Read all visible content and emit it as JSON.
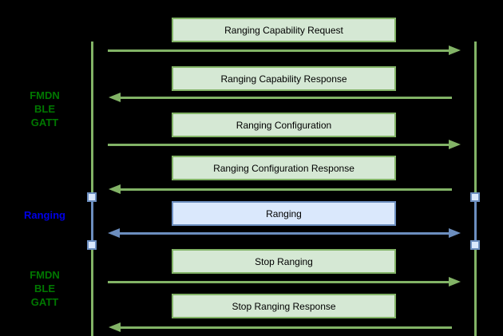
{
  "diagram": {
    "type": "sequence-diagram",
    "background_color": "#000000",
    "colors": {
      "green_box_fill": "#d5e8d4",
      "green_stroke": "#82b366",
      "blue_box_fill": "#dae8fc",
      "blue_stroke": "#6c8ebf",
      "phase_label_green": "#007700",
      "phase_label_blue": "#0000e6",
      "message_text": "#000000",
      "marker_fill": "#dae8fc"
    },
    "phase_labels": [
      {
        "name": "fmdn-ble-gatt-top",
        "lines": [
          "FMDN",
          "BLE",
          "GATT"
        ],
        "color": "green"
      },
      {
        "name": "ranging",
        "lines": [
          "Ranging"
        ],
        "color": "blue"
      },
      {
        "name": "fmdn-ble-gatt-bottom",
        "lines": [
          "FMDN",
          "BLE",
          "GATT"
        ],
        "color": "green"
      }
    ],
    "messages": [
      {
        "label": "Ranging Capability Request",
        "style": "green",
        "direction": "right"
      },
      {
        "label": "Ranging Capability Response",
        "style": "green",
        "direction": "left"
      },
      {
        "label": "Ranging Configuration",
        "style": "green",
        "direction": "right"
      },
      {
        "label": "Ranging Configuration Response",
        "style": "green",
        "direction": "left"
      },
      {
        "label": "Ranging",
        "style": "blue",
        "direction": "both"
      },
      {
        "label": "Stop Ranging",
        "style": "green",
        "direction": "right"
      },
      {
        "label": "Stop Ranging Response",
        "style": "green",
        "direction": "left"
      }
    ],
    "lifelines": [
      {
        "name": "left-participant-lifeline"
      },
      {
        "name": "right-participant-lifeline"
      }
    ]
  }
}
